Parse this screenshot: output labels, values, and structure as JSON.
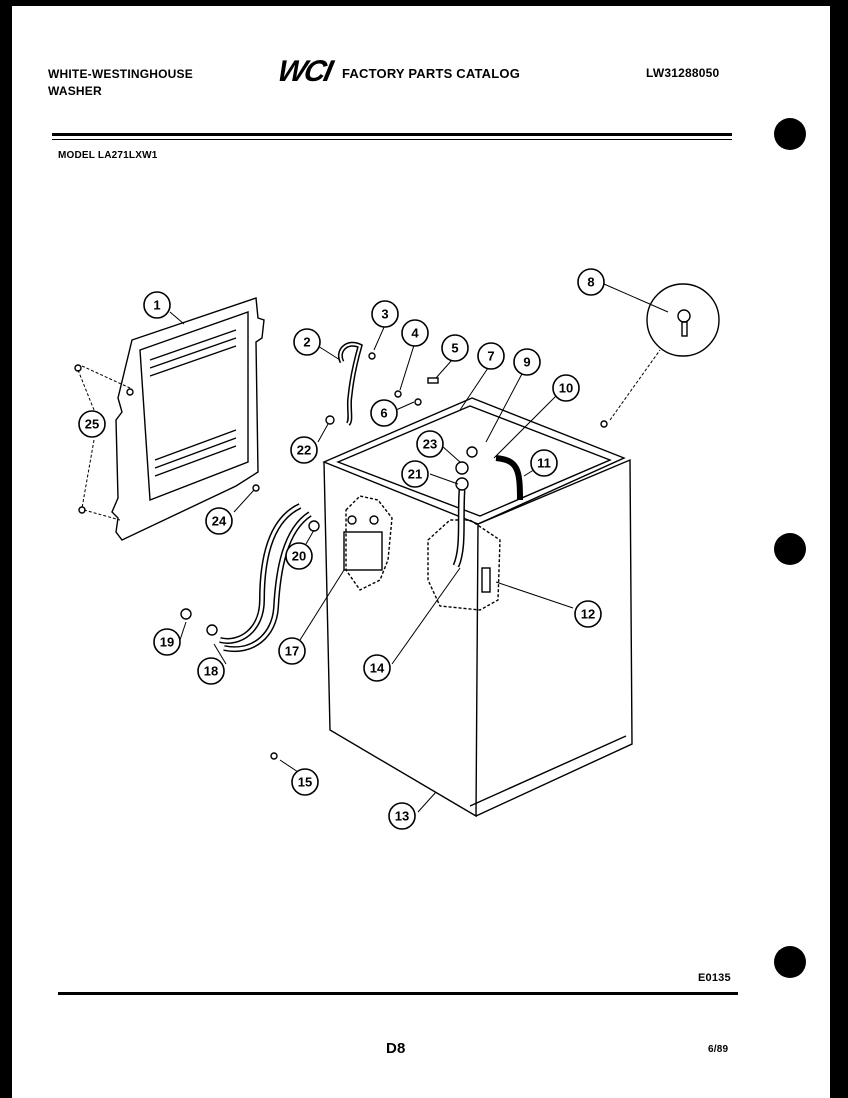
{
  "header": {
    "brand_line1": "WHITE-WESTINGHOUSE",
    "brand_line2": "WASHER",
    "logo_text": "WCI",
    "catalog_title": "FACTORY PARTS CATALOG",
    "catalog_number": "LW31288050",
    "model_label": "MODEL LA271LXW1"
  },
  "diagram": {
    "callouts": [
      "1",
      "2",
      "3",
      "4",
      "5",
      "6",
      "7",
      "8",
      "9",
      "10",
      "11",
      "12",
      "13",
      "14",
      "15",
      "17",
      "18",
      "19",
      "20",
      "21",
      "22",
      "23",
      "24",
      "25"
    ]
  },
  "footer": {
    "drawing_code": "E0135",
    "page_code": "D8",
    "date": "6/89"
  }
}
